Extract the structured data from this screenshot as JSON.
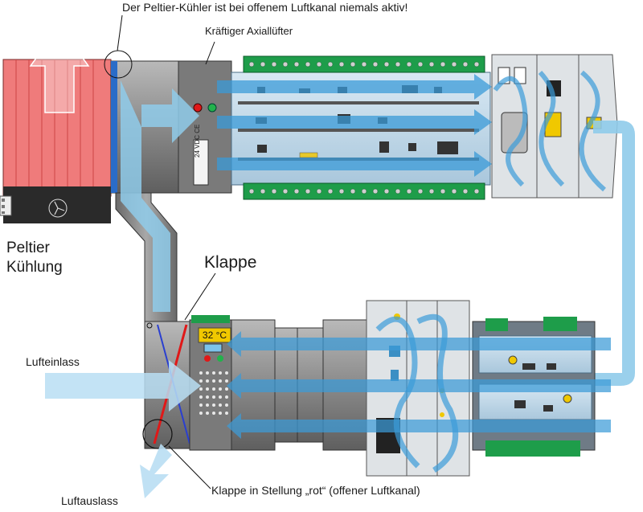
{
  "labels": {
    "top_note": "Der Peltier-Kühler ist bei offenem Luftkanal niemals aktiv!",
    "fan": "Kräftiger Axiallüfter",
    "peltier": "Peltier Kühlung",
    "klappe": "Klappe",
    "air_inlet": "Lufteinlass",
    "air_outlet": "Luftauslass",
    "klappe_position": "Klappe in Stellung „rot“ (offener Luftkanal)",
    "temperature": "32 °C",
    "fan_voltage": "24 VDC",
    "ce_mark": "CE"
  },
  "colors": {
    "peltier_red": "#ef7b7b",
    "airflow_blue": "#8fcbea",
    "airflow_dark": "#3b8fc4",
    "housing_gray": "#8a8a8a",
    "terminal_green": "#1e9d4a",
    "flap_red": "#e01818",
    "flap_blue": "#2a3fd0",
    "led_red": "#e01818",
    "led_green": "#22b24c"
  }
}
